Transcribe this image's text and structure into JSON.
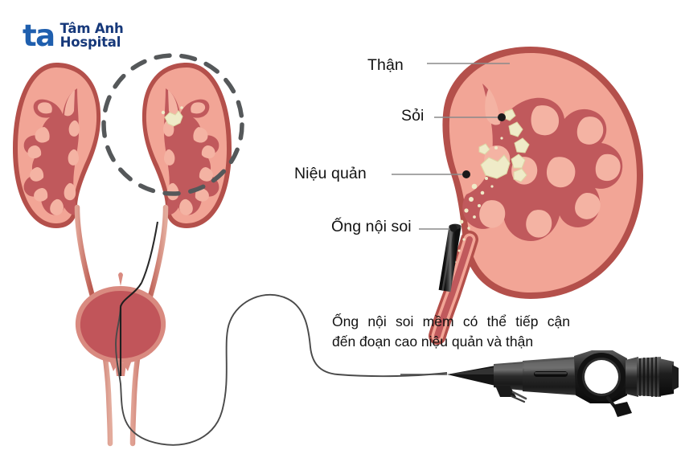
{
  "logo": {
    "mark": "ta",
    "line1": "Tâm Anh",
    "line2": "Hospital",
    "mark_color": "#1f5fae",
    "text_color": "#16387a"
  },
  "labels": {
    "kidney": "Thận",
    "stone": "Sỏi",
    "ureter": "Niệu quản",
    "endoscope": "Ống nội soi"
  },
  "caption": {
    "line1": "Ống nội soi mềm có thể tiếp cận",
    "line2": "đến đoạn cao niệu quản và thận"
  },
  "colors": {
    "cortex": "#f2a596",
    "cortex_edge": "#b4504b",
    "medulla": "#c0595c",
    "pyramid": "#f4b3a3",
    "bladder": "#c1555a",
    "bladder_edge": "#d98a80",
    "ureter": "#c97566",
    "stone": "#efebc8",
    "stone_edge": "#ddd7a6",
    "scope_black": "#1a1a1a",
    "cable": "#4a4a4a",
    "dashed_circle": "#55585a",
    "leader": "#8a8a8a",
    "text": "#121212"
  }
}
